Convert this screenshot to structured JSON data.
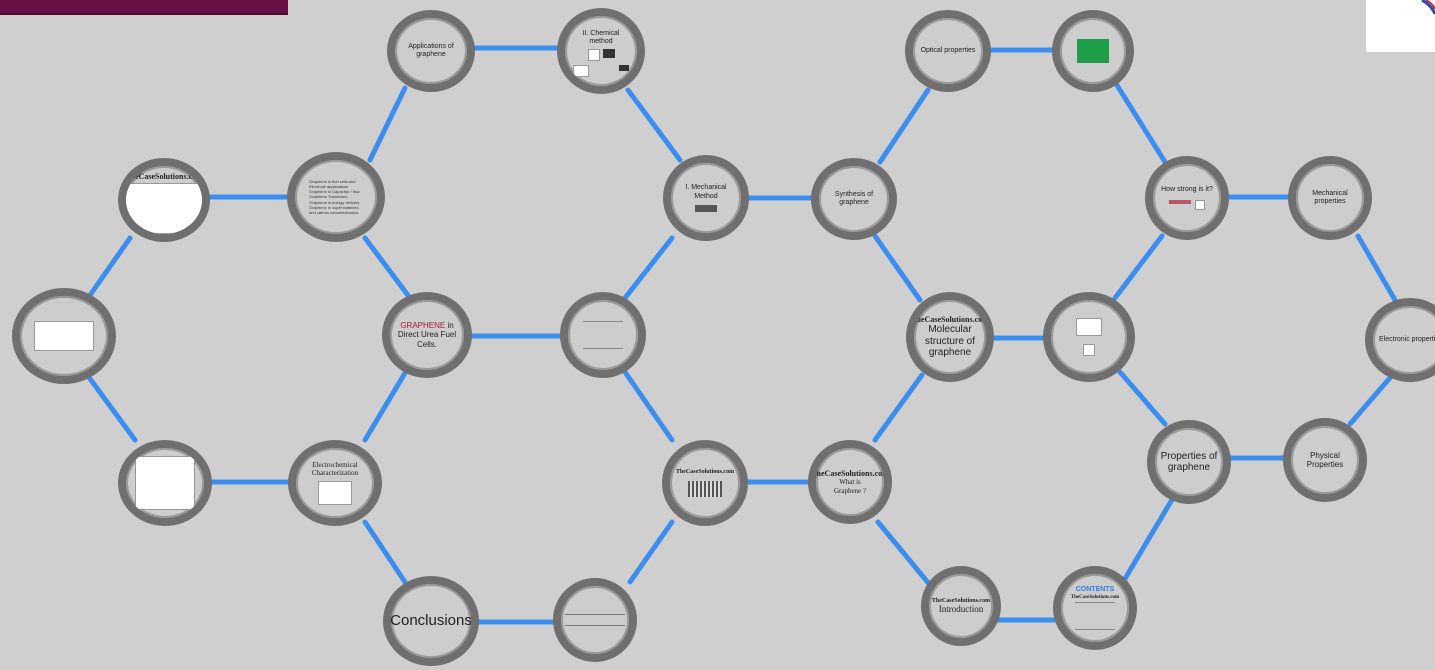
{
  "colors": {
    "background": "#cfcfcf",
    "edge": "#3b8ef0",
    "ring": "#6f6f6f",
    "banner": "#6a0f44",
    "thumb_green": "#1f9e4a"
  },
  "nodes": {
    "applications": {
      "label": "Applications of graphene"
    },
    "chemical": {
      "label": "II. Chemical method"
    },
    "optical": {
      "label": "Optical properties"
    },
    "site_top": {
      "site": "TheCaseSolutions.com"
    },
    "graphene_uses": {
      "lines": [
        "Graphene in fuel cells and",
        "Electrode applications",
        "Graphene in Capacitor / flow",
        "Graphene Transistors",
        "Graphene in energy delivery",
        "Graphene in super batteries",
        "and carbon nanoelectronics"
      ]
    },
    "mechanical_method": {
      "label": "I. Mechanical Method"
    },
    "synthesis": {
      "label": "Synthesis of graphene"
    },
    "how_strong": {
      "label": "How strong is it?"
    },
    "mechanical_props": {
      "label": "Mechanical properties"
    },
    "dmfc": {
      "highlight": "GRAPHENE",
      "label": "in Direct Urea Fuel Cells."
    },
    "molecular": {
      "site": "TheCaseSolutions.com",
      "label": "Molecular structure of graphene"
    },
    "electronic": {
      "label": "Electronic properties"
    },
    "electro_char": {
      "label": "Electrochemical Characterization"
    },
    "site_mid": {
      "site": "TheCaseSolutions.com"
    },
    "what_is": {
      "site": "TheCaseSolutions.com",
      "label": "What is Graphene ?"
    },
    "properties": {
      "label": "Properties of graphene"
    },
    "physical": {
      "label": "Physical Properties"
    },
    "conclusions": {
      "label": "Conclusions"
    },
    "introduction": {
      "site": "TheCaseSolutions.com",
      "label": "Introduction"
    },
    "contents": {
      "title": "CONTENTS",
      "site": "TheCaseSolutions.com"
    }
  }
}
